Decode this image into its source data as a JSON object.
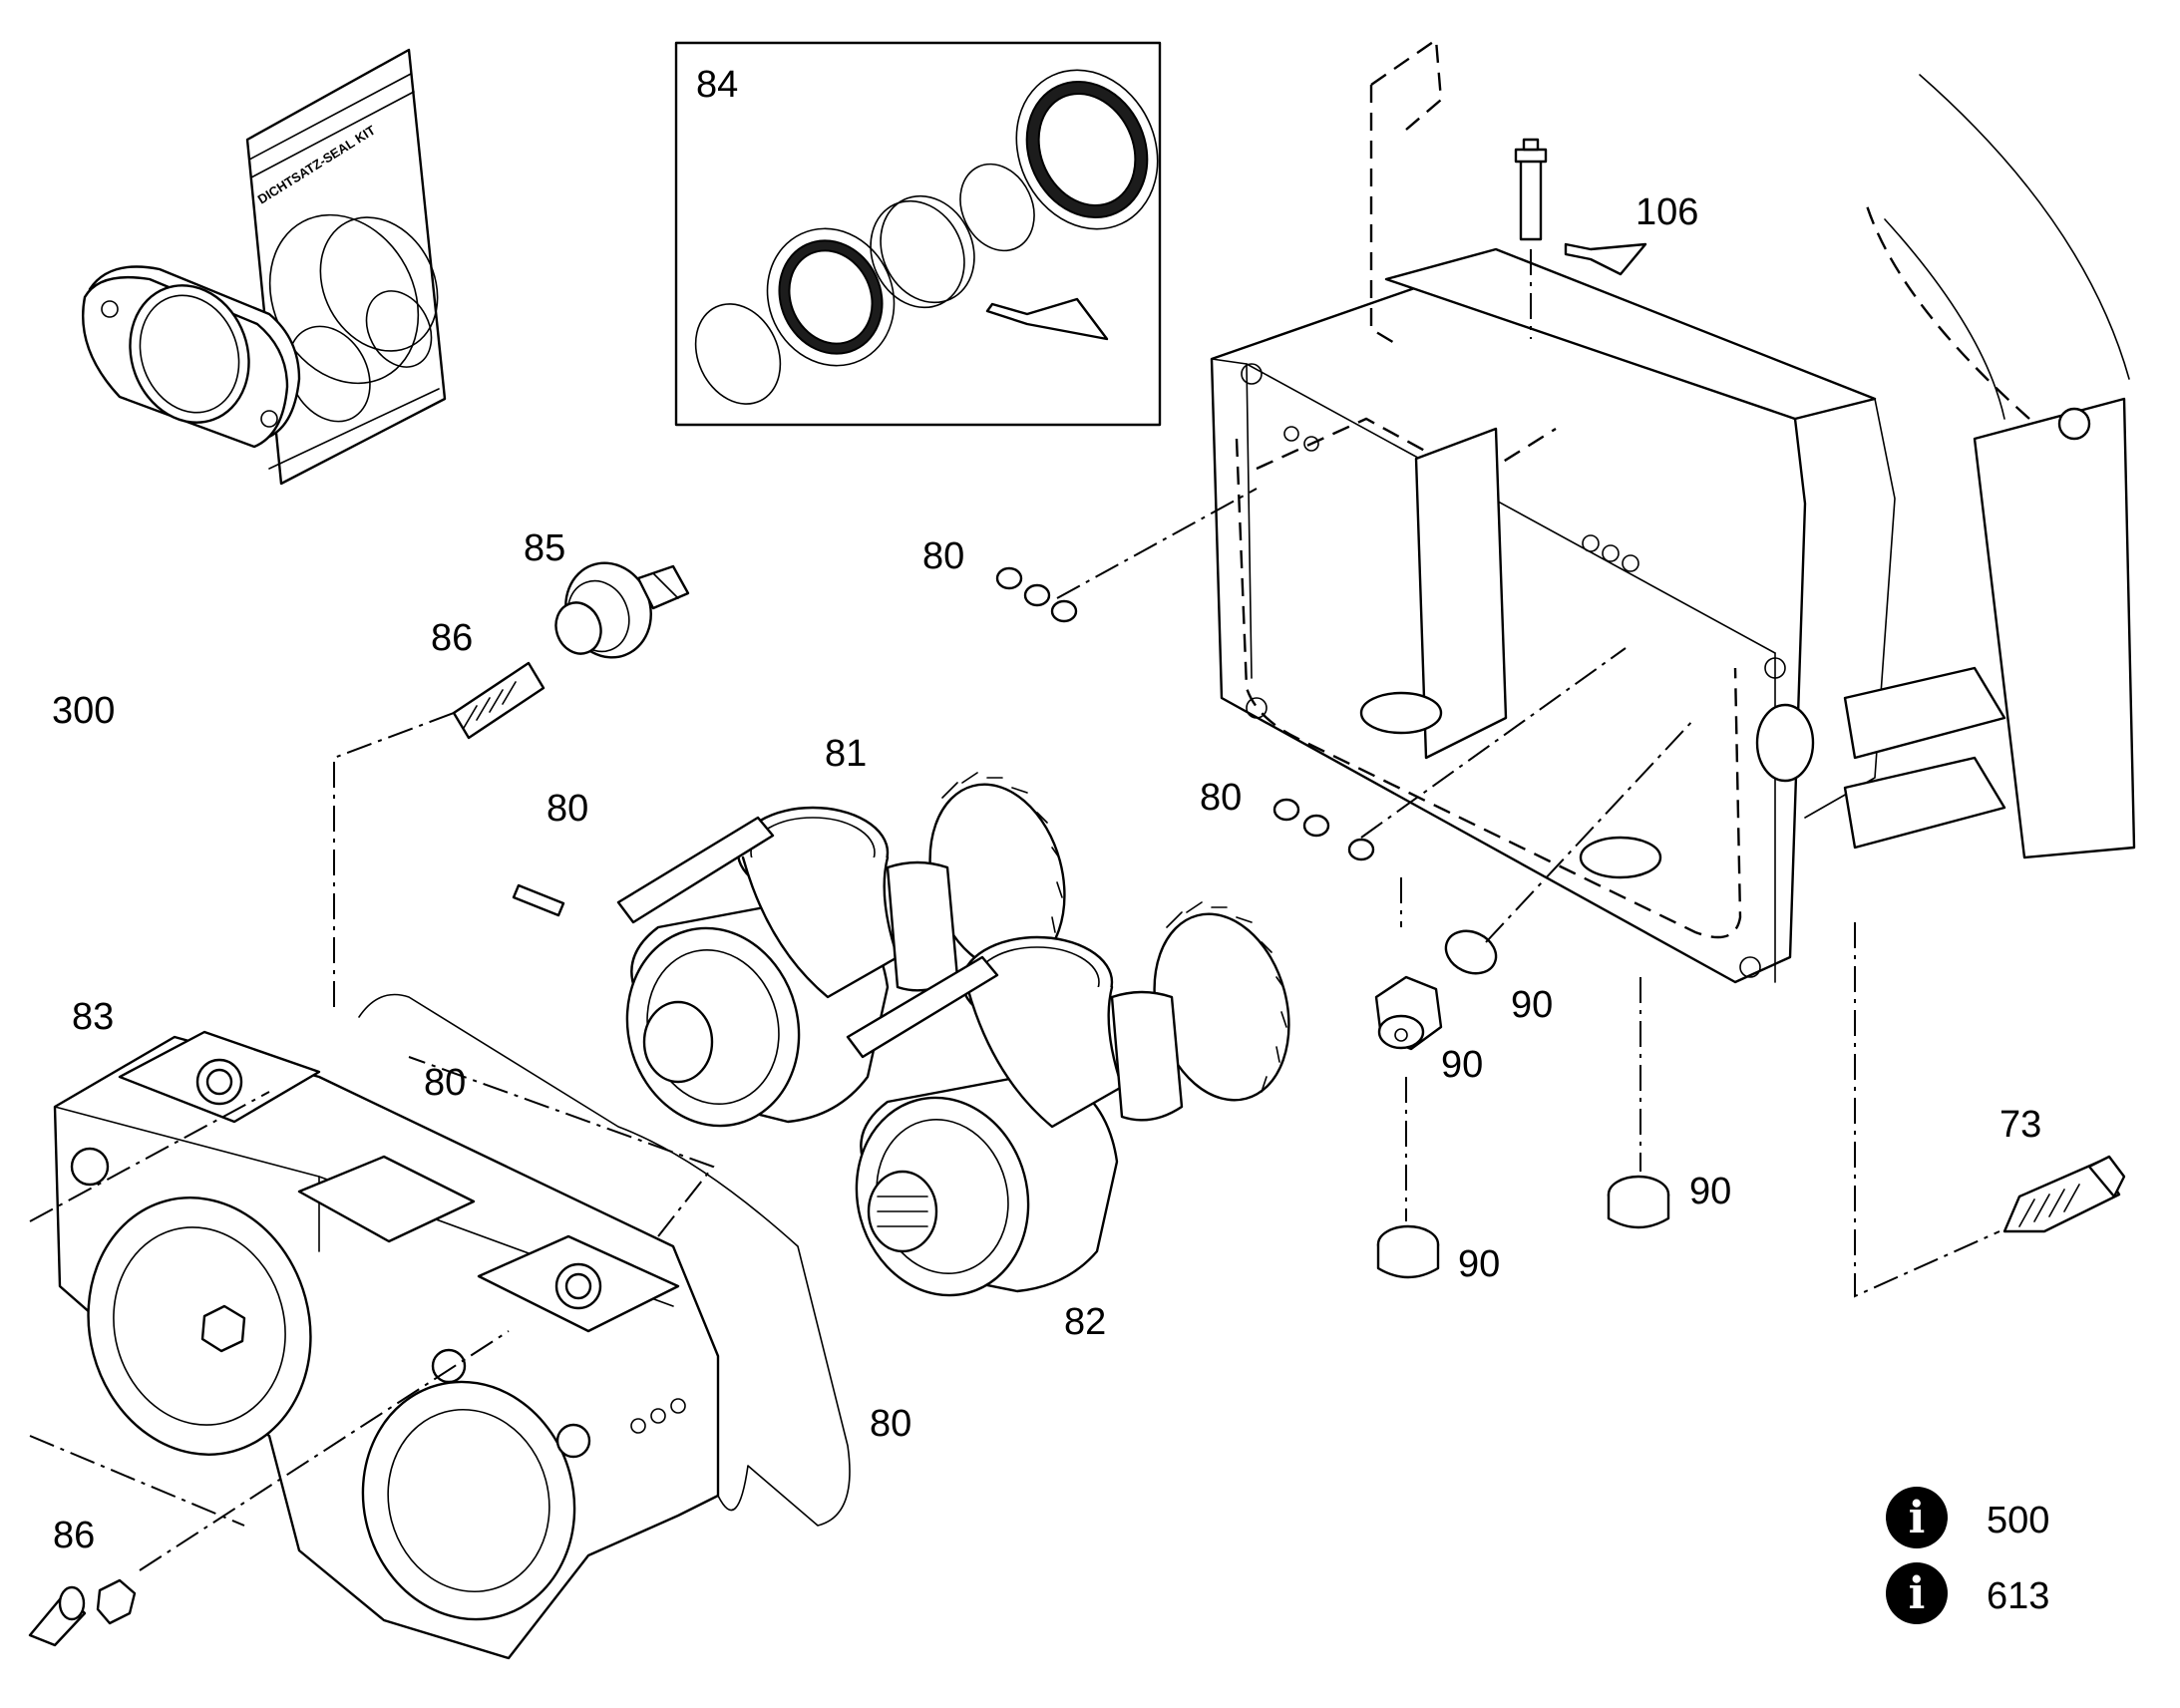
{
  "diagram": {
    "callouts": {
      "c84": "84",
      "c106": "106",
      "c90_bag": "90",
      "c85": "85",
      "c86_top": "86",
      "c300": "300",
      "c80_washers_top": "80",
      "c81": "81",
      "c80_pin_left": "80",
      "c80_washers_mid": "80",
      "c83": "83",
      "c80_pin_cover": "80",
      "c90_oring": "90",
      "c90_plug": "90",
      "c73": "73",
      "c90_cap_right": "90",
      "c90_cap_mid": "90",
      "c82": "82",
      "c80_gasket": "80",
      "c86_bottom": "86"
    },
    "seal_kit_label": "DICHTSATZ-SEAL KIT",
    "info_refs": [
      {
        "icon": "info-icon",
        "number": "500"
      },
      {
        "icon": "info-icon",
        "number": "613"
      }
    ]
  }
}
